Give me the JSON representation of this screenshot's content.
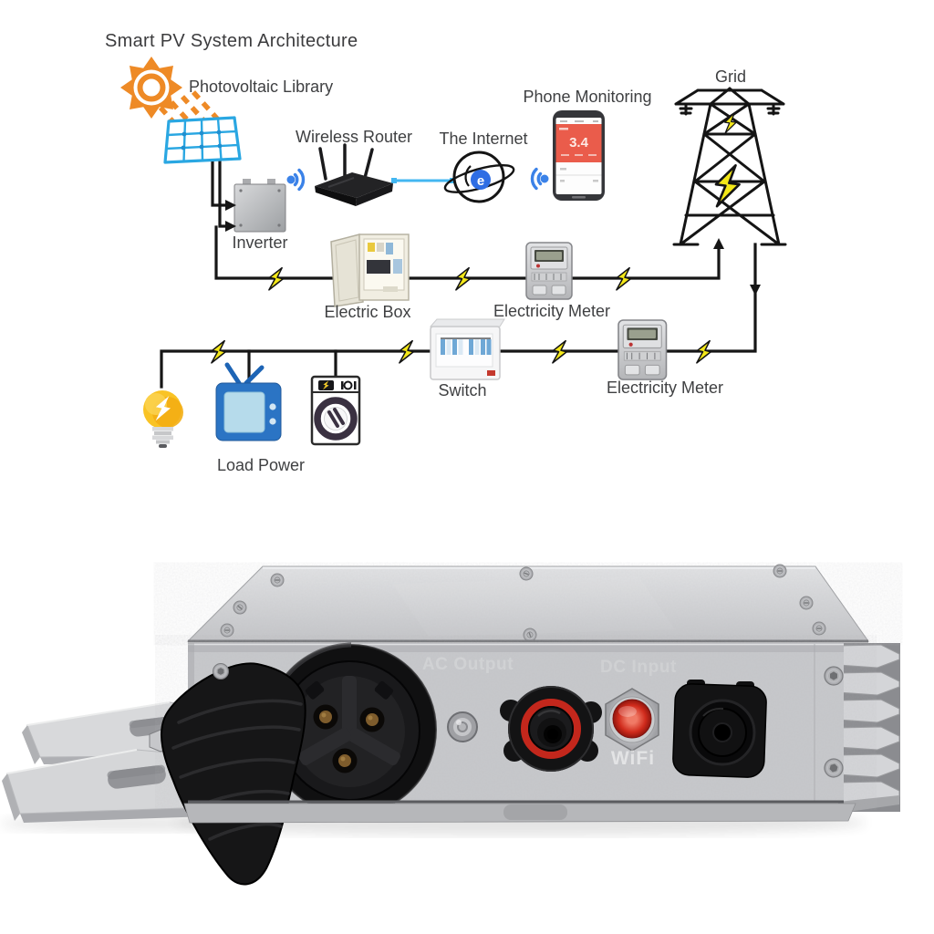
{
  "diagram": {
    "title": "Smart PV System Architecture",
    "nodes": {
      "photovoltaic": "Photovoltaic Library",
      "inverter": "Inverter",
      "wireless_router": "Wireless Router",
      "internet": "The Internet",
      "phone_monitoring": "Phone Monitoring",
      "grid": "Grid",
      "electric_box": "Electric Box",
      "electricity_meter_top": "Electricity Meter",
      "switch": "Switch",
      "electricity_meter_bottom": "Electricity Meter",
      "load_power": "Load Power"
    },
    "phone_screen_value": "3.4",
    "internet_icon_letter": "e",
    "colors": {
      "wire": "#161616",
      "bolt_yellow": "#f4e818",
      "sun_orange": "#ee8a26",
      "panel_blue": "#2aa7e2",
      "wifi_blue": "#3b82e8",
      "phone_app_red": "#ea5c4b"
    }
  },
  "product": {
    "wifi_button_label": "WiFi",
    "panel_print_left": "AC Output",
    "panel_print_right": "DC Input",
    "colors": {
      "body_silver": "#c7c8cb",
      "connector_black": "#141416",
      "button_red": "#d02b1c"
    }
  }
}
